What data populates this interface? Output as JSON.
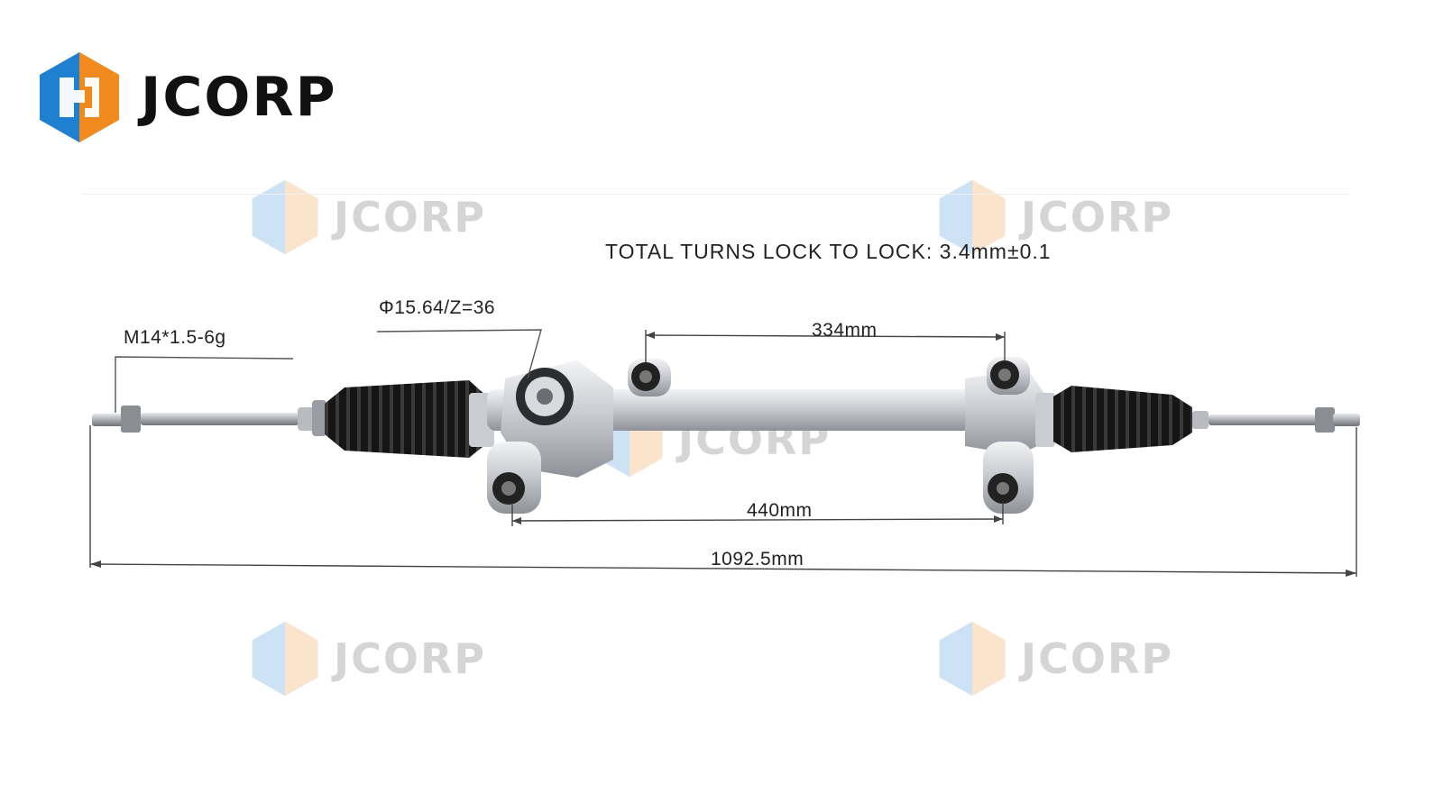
{
  "brand": {
    "name": "JCORP",
    "colors": {
      "blue": "#1f7fd1",
      "orange": "#f08a1c",
      "yellow": "#f5b800",
      "text": "#111111"
    }
  },
  "watermark": {
    "text": "JCORP"
  },
  "diagram": {
    "title": "TOTAL TURNS LOCK TO LOCK:  3.4mm±0.1",
    "thread_spec": "M14*1.5-6g",
    "pinion_spec": "Φ15.64/Z=36",
    "dim_upper_mounts": "334mm",
    "dim_lower_mounts": "440mm",
    "dim_total_length": "1092.5mm"
  }
}
